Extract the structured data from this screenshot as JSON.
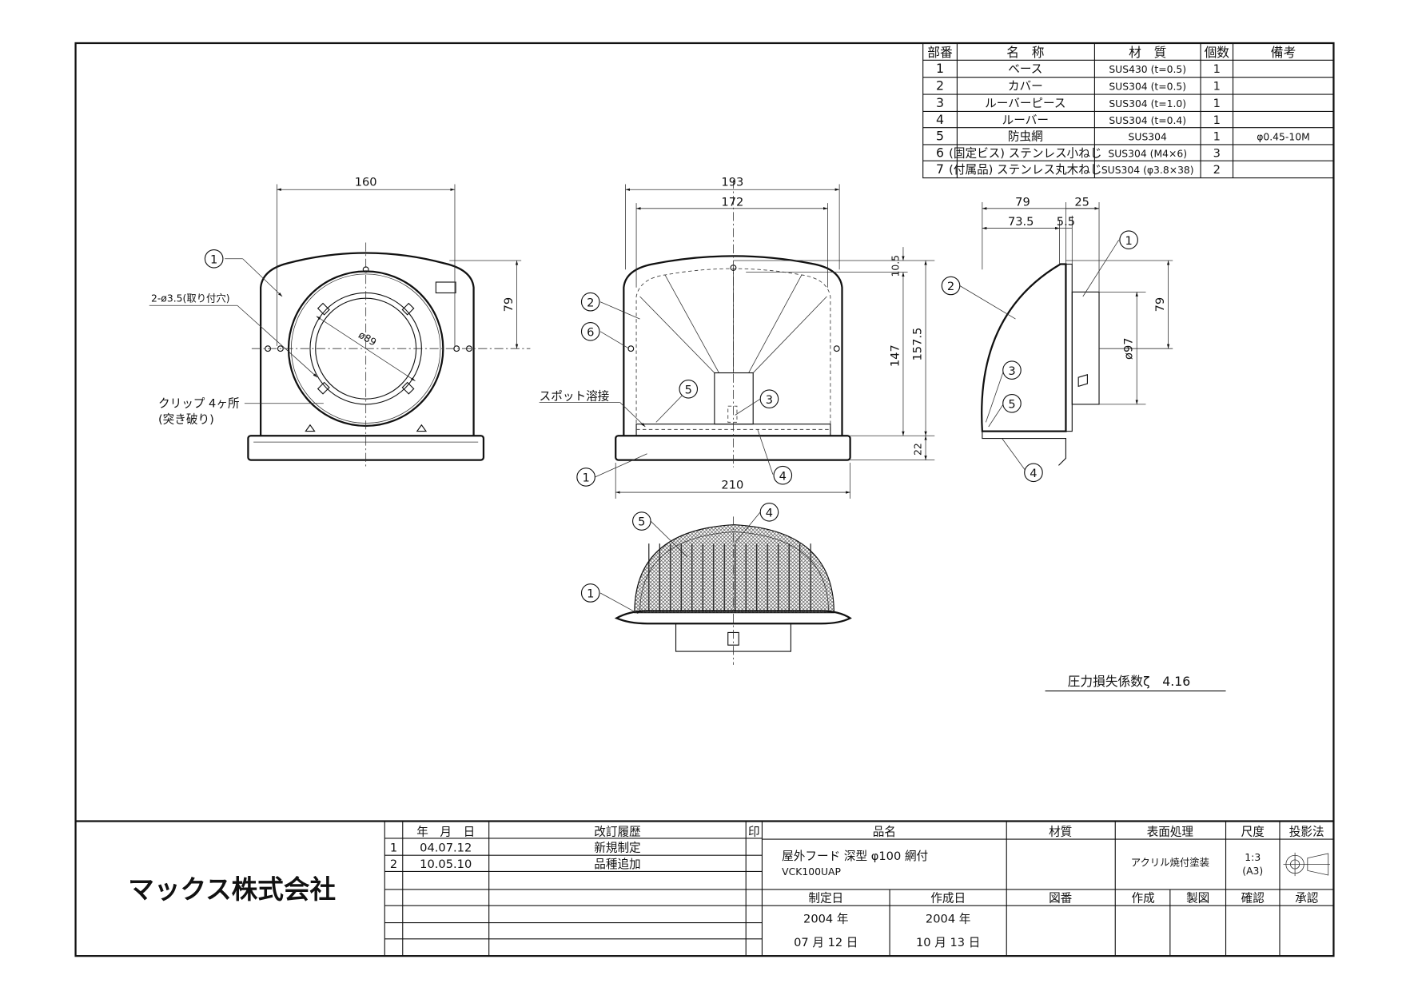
{
  "parts_table": {
    "headers": [
      "部番",
      "名　称",
      "材　質",
      "個数",
      "備考"
    ],
    "rows": [
      {
        "no": "1",
        "name": "ベース",
        "material": "SUS430 (t=0.5)",
        "qty": "1",
        "note": ""
      },
      {
        "no": "2",
        "name": "カバー",
        "material": "SUS304 (t=0.5)",
        "qty": "1",
        "note": ""
      },
      {
        "no": "3",
        "name": "ルーバーピース",
        "material": "SUS304 (t=1.0)",
        "qty": "1",
        "note": ""
      },
      {
        "no": "4",
        "name": "ルーバー",
        "material": "SUS304 (t=0.4)",
        "qty": "1",
        "note": ""
      },
      {
        "no": "5",
        "name": "防虫網",
        "material": "SUS304",
        "qty": "1",
        "note": "φ0.45-10M"
      },
      {
        "no": "6",
        "name": "(固定ビス) ステンレス小ねじ",
        "material": "SUS304 (M4×6)",
        "qty": "3",
        "note": ""
      },
      {
        "no": "7",
        "name": "(付属品) ステンレス丸木ねじ",
        "material": "SUS304 (φ3.8×38)",
        "qty": "2",
        "note": ""
      }
    ]
  },
  "left_view": {
    "dim_width": "160",
    "dim_height": "79",
    "dim_inner_dia": "ø89",
    "note_holes": "2-ø3.5(取り付穴)",
    "note_clip_1": "クリップ 4ヶ所",
    "note_clip_2": "(突き破り)"
  },
  "front_view": {
    "dim_193": "193",
    "dim_172": "172",
    "dim_210": "210",
    "dim_10_5": "10.5",
    "dim_147": "147",
    "dim_157_5": "157.5",
    "dim_22": "22",
    "note_spot": "スポット溶接"
  },
  "side_view": {
    "dim_79_top": "79",
    "dim_25": "25",
    "dim_73_5": "73.5",
    "dim_5_5": "5.5",
    "dim_dia97": "ø97",
    "dim_79_right": "79"
  },
  "balloons": [
    "1",
    "2",
    "3",
    "4",
    "5",
    "6"
  ],
  "pressure_loss": "圧力損失係数ζ　4.16",
  "title_block": {
    "company": "マックス株式会社",
    "rev_headers": {
      "date": "年　月　日",
      "history": "改訂履歴",
      "seal": "印"
    },
    "revisions": [
      {
        "no": "1",
        "date": "04.07.12",
        "desc": "新規制定"
      },
      {
        "no": "2",
        "date": "10.05.10",
        "desc": "品種追加"
      }
    ],
    "product_header": "品名",
    "product_name": "屋外フード 深型 φ100 網付",
    "product_code": "VCK100UAP",
    "material_header": "材質",
    "surface_header": "表面処理",
    "surface_value": "アクリル焼付塗装",
    "scale_header": "尺度",
    "scale_value": "1:3",
    "scale_paper": "(A3)",
    "projection_header": "投影法",
    "established_header": "制定日",
    "established_year": "2004 年",
    "established_date": "07 月 12 日",
    "created_header": "作成日",
    "created_year": "2004 年",
    "created_date": "10 月 13 日",
    "drawing_no_header": "図番",
    "made_header": "作成",
    "drafted_header": "製図",
    "checked_header": "確認",
    "approved_header": "承認"
  }
}
